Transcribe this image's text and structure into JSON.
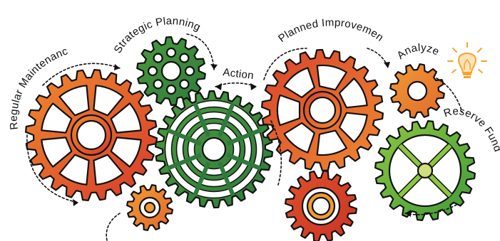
{
  "labels": {
    "strategic_planning": "Strategic Planning",
    "regular_maintenance": "Regular Maintenance",
    "action": "Action",
    "planned_improvements": "Planned Improvements",
    "analyze": "Analyze",
    "reserve_fund": "Reserve Fund"
  },
  "colors": {
    "orange": "#e9762f",
    "red": "#d9472b",
    "dark_green": "#3b8a3f",
    "light_green": "#7dbd3b",
    "bulb": "#f4a52a",
    "outline": "#111111"
  },
  "icons": [
    "lightbulb-icon"
  ]
}
